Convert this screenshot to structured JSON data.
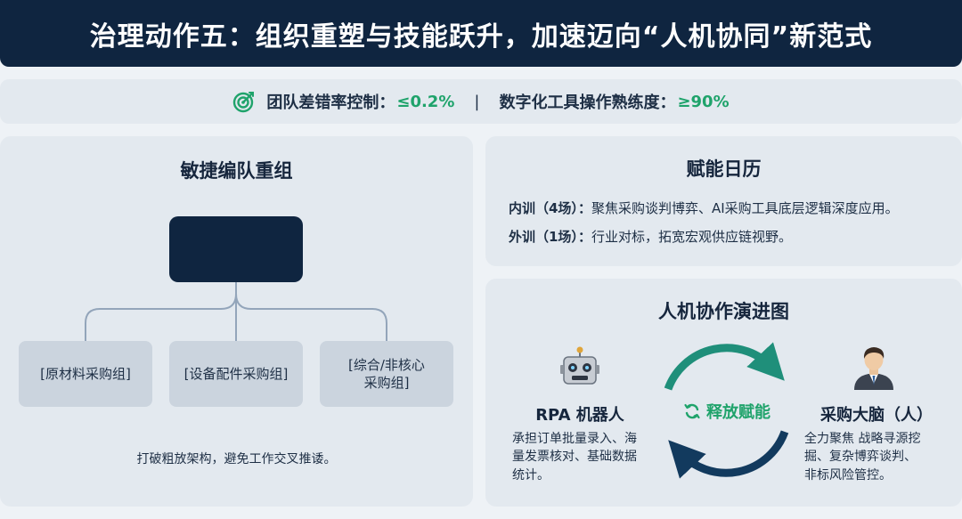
{
  "header": {
    "title": "治理动作五：组织重塑与技能跃升，加速迈向“人机协同”新范式"
  },
  "kpi": {
    "icon": "target-icon",
    "item1_label": "团队差错率控制：",
    "item1_value": "≤0.2%",
    "separator": "|",
    "item2_label": "数字化工具操作熟练度：",
    "item2_value": "≥90%",
    "accent_color": "#1fa36b"
  },
  "agile": {
    "title": "敏捷编队重组",
    "groups": [
      "[原材料采购组]",
      "[设备配件采购组]",
      "[综合/非核心采购组]"
    ],
    "group3_line1": "[综合/非核心",
    "group3_line2": "采购组]",
    "note": "打破粗放架构，避免工作交叉推诿。"
  },
  "calendar": {
    "title": "赋能日历",
    "internal_label": "内训（4场）：",
    "internal_text": "聚焦采购谈判博弈、AI采购工具底层逻辑深度应用。",
    "external_label": "外训（1场）：",
    "external_text": "行业对标，拓宽宏观供应链视野。"
  },
  "evolution": {
    "title": "人机协作演进图",
    "center_label": "释放赋能",
    "robot": {
      "icon": "robot-icon",
      "name": "RPA 机器人",
      "desc_line1": "承担订单批量录入、海",
      "desc_line2": "量发票核对、基础数据",
      "desc_line3": "统计。"
    },
    "human": {
      "icon": "person-icon",
      "name": "采购大脑（人）",
      "desc_line1": "全力聚焦 战略寻源挖",
      "desc_line2": "掘、复杂博弈谈判、",
      "desc_line3": "非标风险管控。"
    },
    "arrow_top_color": "#1f8f7a",
    "arrow_bottom_color": "#123a5e"
  }
}
